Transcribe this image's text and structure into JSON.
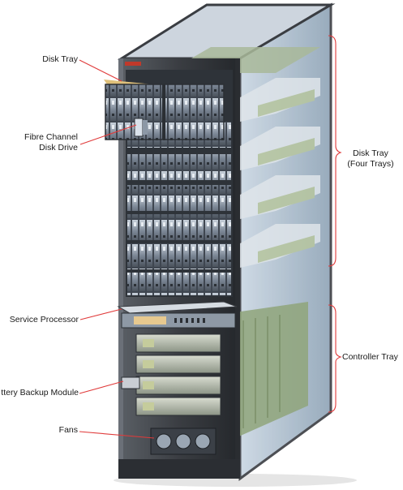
{
  "diagram": {
    "callouts": {
      "disk_tray": "Disk Tray",
      "fibre_channel_line1": "Fibre Channel",
      "fibre_channel_line2": "Disk Drive",
      "service_processor": "Service Processor",
      "battery_backup_module": "ttery Backup Module",
      "fans": "Fans",
      "disk_tray_four_line1": "Disk Tray",
      "disk_tray_four_line2": "(Four Trays)",
      "controller_tray": "Controller Tray"
    },
    "colors": {
      "callout_line": "#e03a3a",
      "bracket": "#e03a3a",
      "cabinet_frame": "#3a3d42",
      "glass_panel": "#9fb4c6",
      "drive_bay": "#6f7a88",
      "board_green": "#9fb38a"
    }
  }
}
